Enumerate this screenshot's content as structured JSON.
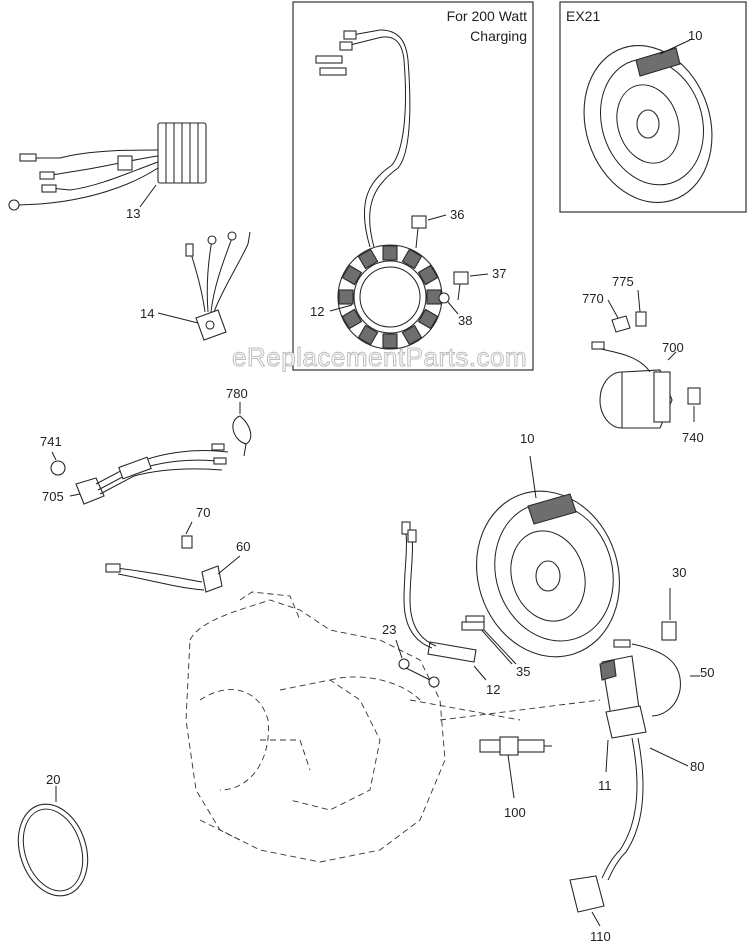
{
  "diagram": {
    "insets": {
      "stator_200w": {
        "caption_line1": "For 200 Watt",
        "caption_line2": "Charging"
      },
      "ex21": {
        "caption": "EX21"
      }
    },
    "watermark": "eReplacementParts.com",
    "callouts": {
      "c13": "13",
      "c14": "14",
      "c12_inset": "12",
      "c36": "36",
      "c37": "37",
      "c38": "38",
      "c10_inset": "10",
      "c775": "775",
      "c770": "770",
      "c700": "700",
      "c740": "740",
      "c780": "780",
      "c741": "741",
      "c705": "705",
      "c70": "70",
      "c60": "60",
      "c10": "10",
      "c30": "30",
      "c23": "23",
      "c35": "35",
      "c12": "12",
      "c50": "50",
      "c11": "11",
      "c80": "80",
      "c100": "100",
      "c20": "20",
      "c110": "110"
    }
  }
}
